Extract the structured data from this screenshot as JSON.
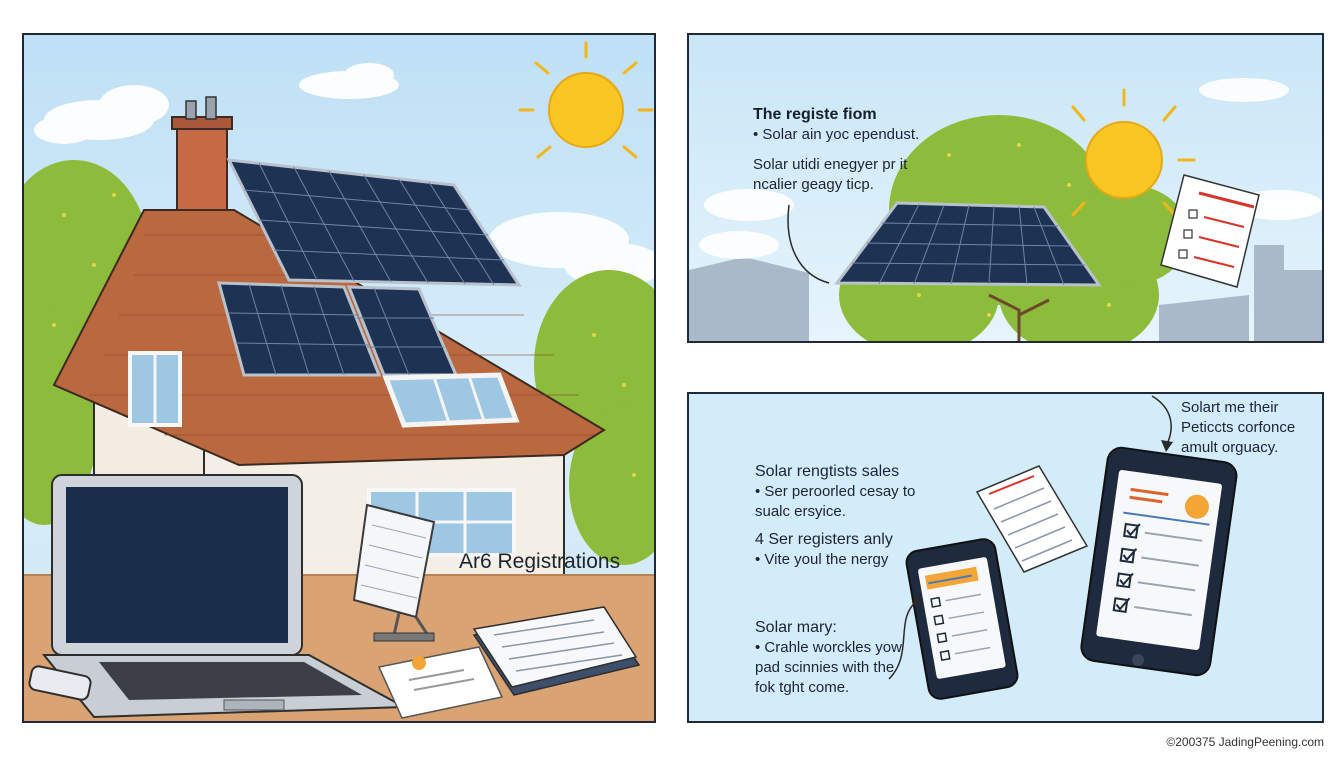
{
  "left_panel": {
    "label": "Ar6 Registrations"
  },
  "top_right_panel": {
    "heading": "The registe fiom",
    "bullet": "• Solar ain yoc ependust.",
    "note_line1": "Solar utidi enegyer pr it",
    "note_line2": "ncalier geagy ticp."
  },
  "bottom_right_panel": {
    "callout_line1": "Solart me their",
    "callout_line2": "Peticcts corfonce",
    "callout_line3": "amult orguacy.",
    "block1_heading": "Solar rengtists sales",
    "block1_line1": "• Ser peroorled cesay to",
    "block1_line2": "sualc ersyice.",
    "block2_heading": "4 Ser registers anly",
    "block2_line1": "• Vite youl the nergy",
    "block3_heading": "Solar mary:",
    "block3_line1": "• Crahle worckles yow",
    "block3_line2": "pad scinnies with the",
    "block3_line3": "fok tght come."
  },
  "footer": {
    "credit": "©200375 JadingPeening.com"
  },
  "icons": [
    "sun-icon",
    "solar-panel-icon",
    "laptop-icon",
    "smartphone-icon",
    "checklist-icon",
    "document-icon",
    "cloud-icon",
    "tree-icon"
  ],
  "colors": {
    "sky": "#bfe0f5",
    "sun": "#f9c623",
    "roof": "#b9683f",
    "panel": "#1e3354",
    "foliage": "#86b53a",
    "table": "#d9a374"
  }
}
